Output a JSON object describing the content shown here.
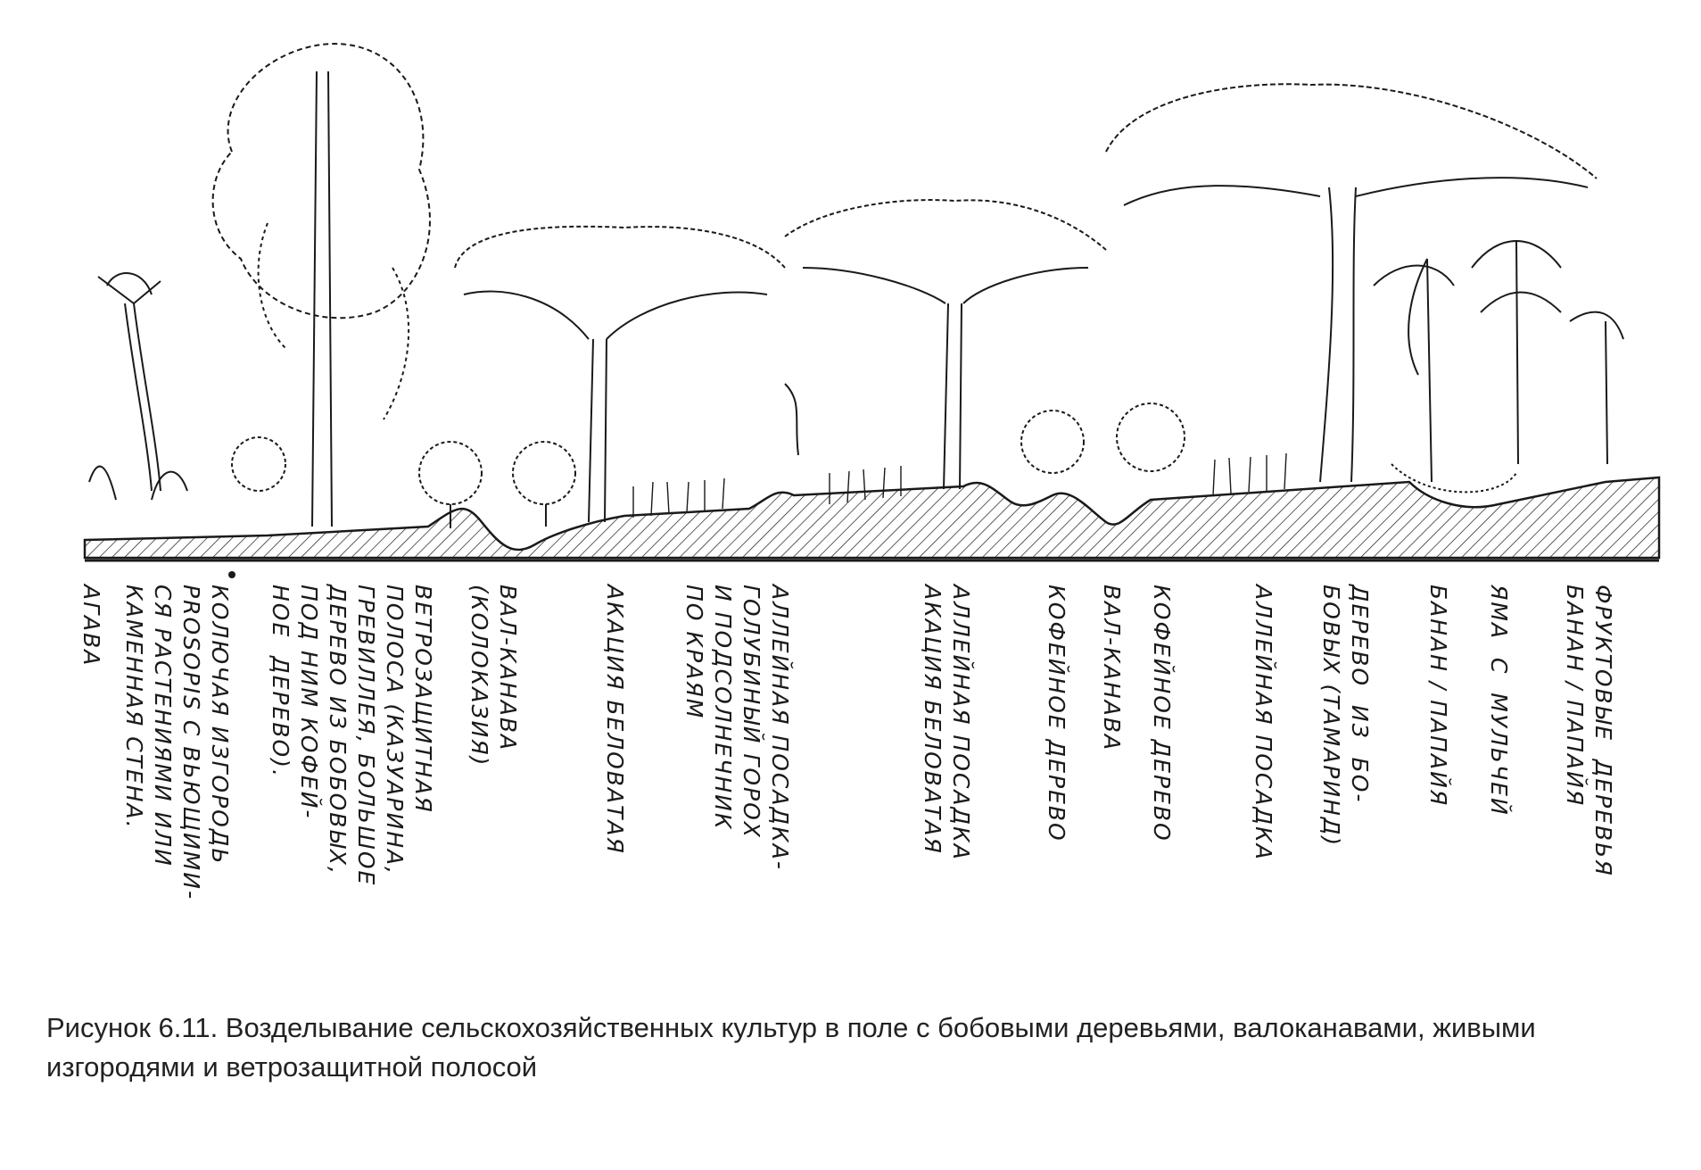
{
  "caption": "Рисунок 6.11.  Возделывание сельскохозяйственных  культур  в поле  с бобовыми деревьями,  валоканавами, живыми изгородями и ветрозащитной полосой",
  "labels": [
    {
      "id": "agava",
      "text": "АГАВА"
    },
    {
      "id": "hedge",
      "text": "КОЛЮЧАЯ ИЗГОРОДЬ\nPROSOPIS С ВЬЮЩИМИ-\nСЯ РАСТЕНИЯМИ ИЛИ\nКАМЕННАЯ СТЕНА."
    },
    {
      "id": "windbreak",
      "text": "ВЕТРОЗАЩИТНАЯ\nПОЛОСА (КАЗУАРИНА,\nГРЕВИЛЛЕЯ, БОЛЬШОЕ\nДЕРЕВО ИЗ БОБОВЫХ,\nПОД НИМ КОФЕЙ-\nНОЕ  ДЕРЕВО)."
    },
    {
      "id": "ditch1",
      "text": "ВАЛ-КАНАВА\n(КОЛОКАЗИЯ)"
    },
    {
      "id": "acacia1",
      "text": "АКАЦИЯ БЕЛОВАТАЯ"
    },
    {
      "id": "alley1",
      "text": "АЛЛЕЙНАЯ ПОСАДКА-\nГОЛУБИНЫЙ ГОРОХ\nИ ПОДСОЛНЕЧНИК\nПО КРАЯМ"
    },
    {
      "id": "acacia2",
      "text": "АЛЛЕЙНАЯ ПОСАДКА\nАКАЦИЯ БЕЛОВАТАЯ"
    },
    {
      "id": "coffee1",
      "text": "КОФЕЙНОЕ ДЕРЕВО"
    },
    {
      "id": "ditch2",
      "text": "ВАЛ-КАНАВА"
    },
    {
      "id": "coffee2",
      "text": "КОФЕЙНОЕ ДЕРЕВО"
    },
    {
      "id": "alley2",
      "text": "АЛЛЕЙНАЯ ПОСАДКА"
    },
    {
      "id": "tamarind",
      "text": "ДЕРЕВО  ИЗ  БО-\nБОВЫХ (ТАМАРИНД)"
    },
    {
      "id": "banana1",
      "text": "БАНАН / ПАПАЙЯ"
    },
    {
      "id": "pit",
      "text": "ЯМА  С  МУЛЬЧЕЙ"
    },
    {
      "id": "fruit",
      "text": "ФРУКТОВЫЕ  ДЕРЕВЬЯ\nБАНАН / ПАПАЙЯ"
    }
  ],
  "colors": {
    "ink": "#1a1a1a",
    "paper": "#ffffff"
  }
}
